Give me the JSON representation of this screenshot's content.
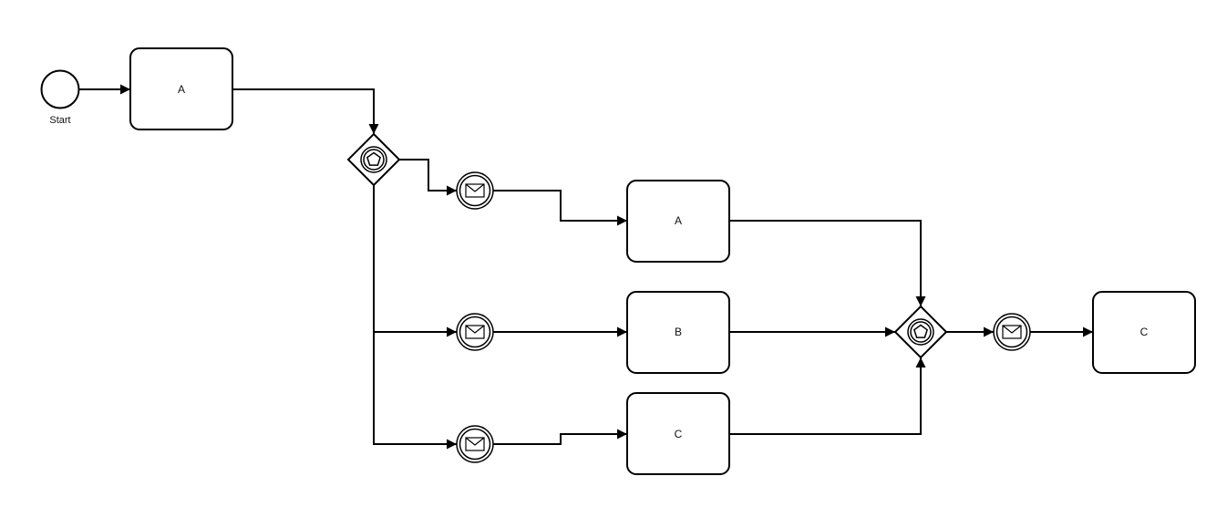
{
  "diagram": {
    "start_event": {
      "label": "Start"
    },
    "tasks": {
      "task_a_top": "A",
      "task_a_branch": "A",
      "task_b_branch": "B",
      "task_c_branch": "C",
      "task_c_final": "C"
    },
    "gateway_split": {
      "icon": "pentagon-icon",
      "type": "event-based-gateway"
    },
    "gateway_join": {
      "icon": "pentagon-icon",
      "type": "event-based-gateway"
    },
    "message_events": [
      {
        "icon": "envelope-icon"
      },
      {
        "icon": "envelope-icon"
      },
      {
        "icon": "envelope-icon"
      },
      {
        "icon": "envelope-icon"
      }
    ],
    "colors": {
      "stroke": "#000000",
      "fill": "#ffffff"
    }
  }
}
